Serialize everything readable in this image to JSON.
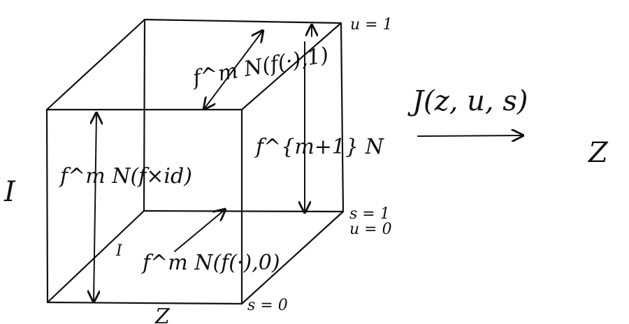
{
  "labels": {
    "u_top": "u = 1",
    "s_one": "s = 1",
    "u_zero": "u = 0",
    "s_zero": "s = 0",
    "I_left": "I",
    "I_inner": "I",
    "Z_bottom": "Z",
    "Z_target": "Z",
    "map_label": "J(z, u, s)",
    "top_face": "f^m N(f(·),1)",
    "right_face": "f^{m+1} N",
    "left_face": "f^m N(f×id)",
    "bottom_face": "f^m N(f(·),0)"
  }
}
